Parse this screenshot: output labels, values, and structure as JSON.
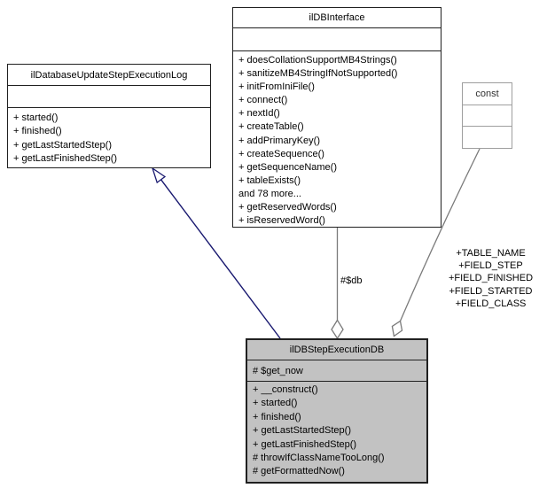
{
  "diagram": {
    "colors": {
      "box_border": "#202020",
      "current_fill": "#c2c2c2",
      "const_border": "#9e9e9e",
      "inheritance_edge": "#191970",
      "usage_edge": "#7a7a7a"
    },
    "classes": {
      "log": {
        "name": "ilDatabaseUpdateStepExecutionLog",
        "attributes": [],
        "methods": [
          "+ started()",
          "+ finished()",
          "+ getLastStartedStep()",
          "+ getLastFinishedStep()"
        ]
      },
      "interface": {
        "name": "ilDBInterface",
        "attributes": [],
        "methods": [
          "+ doesCollationSupportMB4Strings()",
          "+ sanitizeMB4StringIfNotSupported()",
          "+ initFromIniFile()",
          "+ connect()",
          "+ nextId()",
          "+ createTable()",
          "+ addPrimaryKey()",
          "+ createSequence()",
          "+ getSequenceName()",
          "+ tableExists()",
          "and 78 more...",
          "+ getReservedWords()",
          "+ isReservedWord()"
        ]
      },
      "constbox": {
        "name": "const",
        "attributes": [],
        "methods": []
      },
      "main": {
        "name": "ilDBStepExecutionDB",
        "attributes": [
          "# $get_now"
        ],
        "methods": [
          "+ __construct()",
          "+ started()",
          "+ finished()",
          "+ getLastStartedStep()",
          "+ getLastFinishedStep()",
          "# throwIfClassNameTooLong()",
          "# getFormattedNow()"
        ]
      }
    },
    "edge_labels": {
      "db": "#$db",
      "const_fields": [
        "+TABLE_NAME",
        "+FIELD_STEP",
        "+FIELD_FINISHED",
        "+FIELD_STARTED",
        "+FIELD_CLASS"
      ]
    }
  }
}
